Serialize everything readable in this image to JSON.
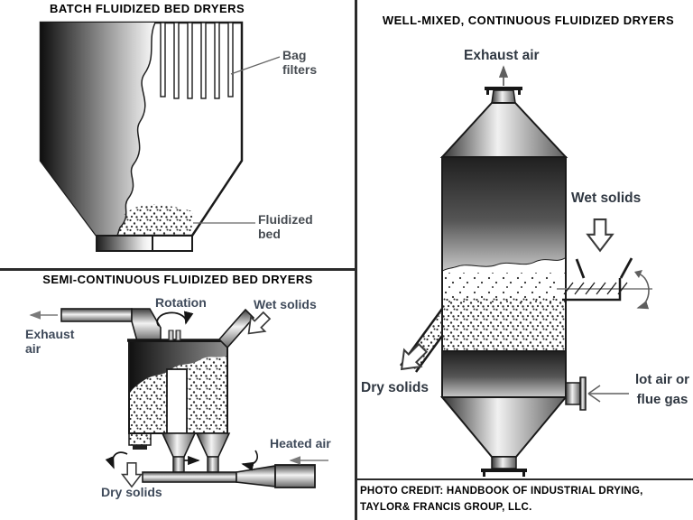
{
  "colors": {
    "divider": "#2b2b2b",
    "title_text": "#000000",
    "label_slate": "#3f4a5a",
    "label_gray": "#474c52",
    "label_dark": "#303842",
    "outline": "#1a1a1a"
  },
  "batch_panel": {
    "title": "BATCH FLUIDIZED BED DRYERS",
    "bag_filters_label": "Bag\nfilters",
    "fluidized_bed_label": "Fluidized\nbed"
  },
  "semi_panel": {
    "title": "SEMI-CONTINUOUS FLUIDIZED BED DRYERS",
    "exhaust_air_label": "Exhaust\nair",
    "rotation_label": "Rotation",
    "wet_solids_label": "Wet solids",
    "heated_air_label": "Heated air",
    "dry_solids_label": "Dry solids"
  },
  "continuous_panel": {
    "title": "WELL-MIXED, CONTINUOUS FLUIDIZED DRYERS",
    "exhaust_air_label": "Exhaust air",
    "wet_solids_label": "Wet solids",
    "dry_solids_label": "Dry solids",
    "hot_air_label": "lot air or\nflue gas"
  },
  "credit": {
    "text": "PHOTO CREDIT: HANDBOOK OF INDUSTRIAL DRYING,\nTAYLOR& FRANCIS GROUP, LLC."
  }
}
